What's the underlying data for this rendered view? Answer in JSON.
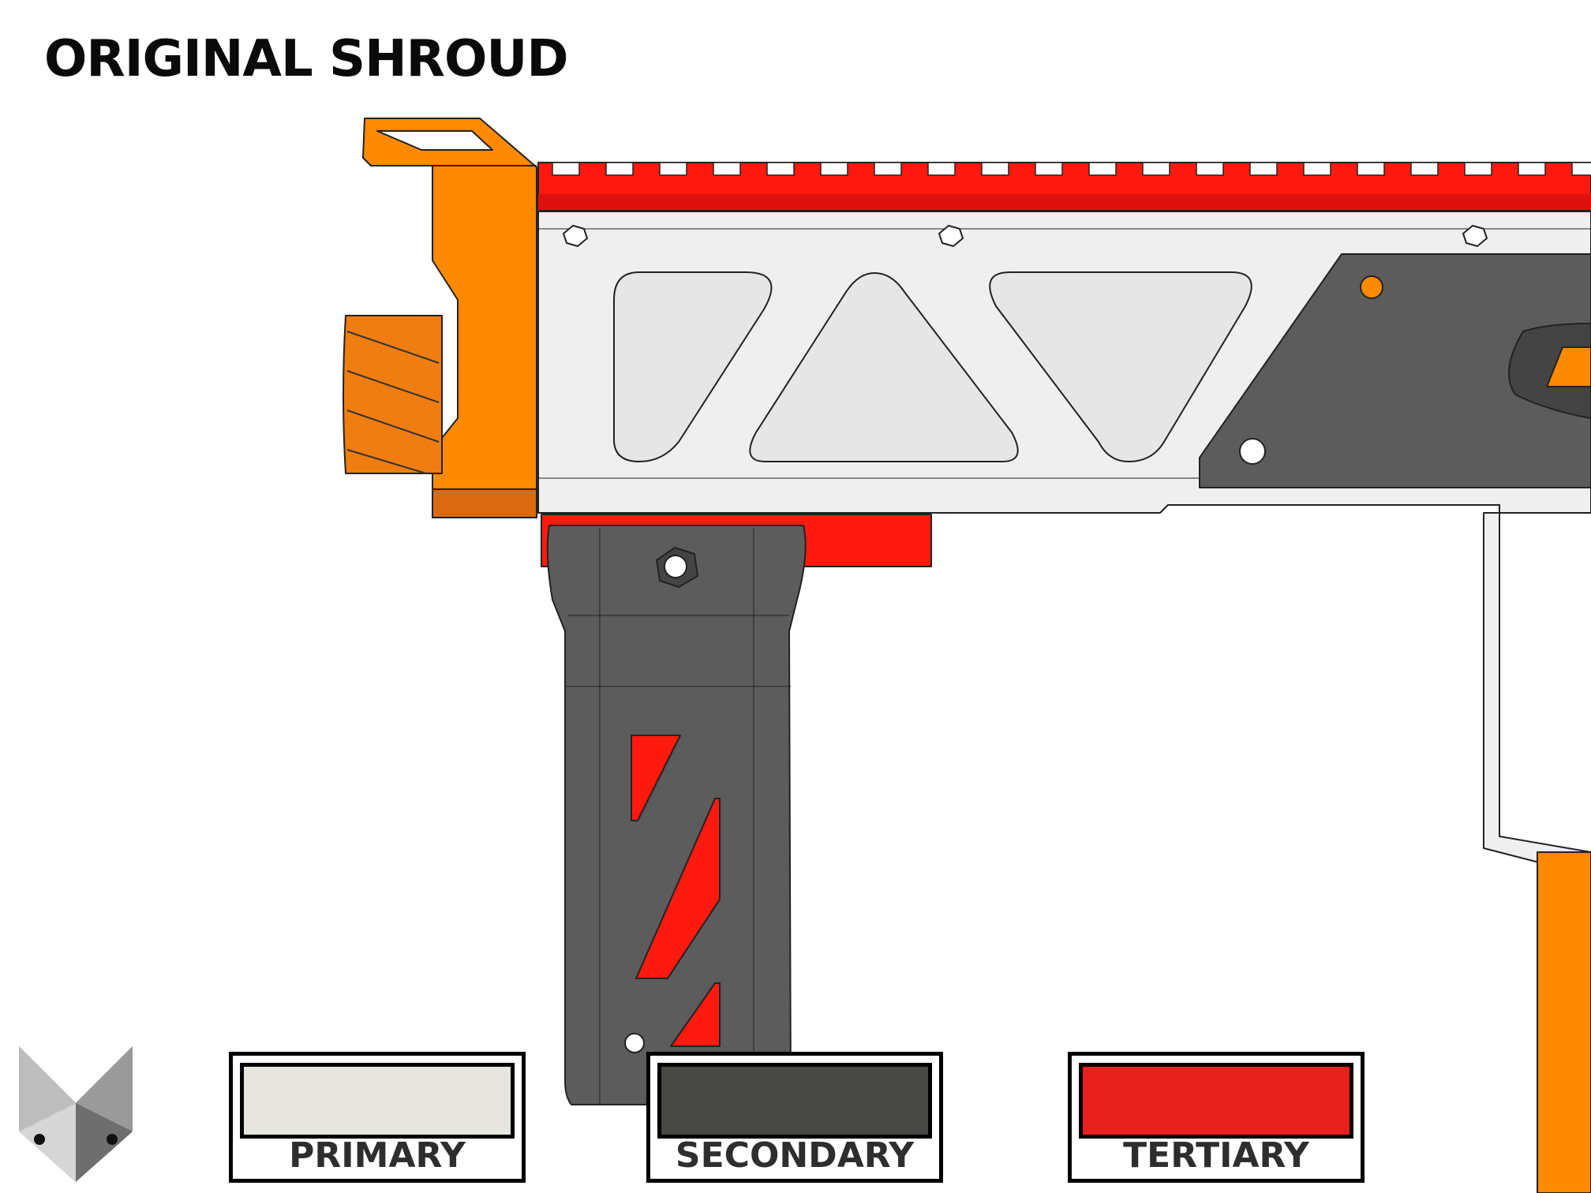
{
  "title": "ORIGINAL SHROUD",
  "legend": [
    {
      "label": "PRIMARY",
      "color": "#e6e6df"
    },
    {
      "label": "SECONDARY",
      "color": "#474744"
    },
    {
      "label": "TERTIARY",
      "color": "#e8211e"
    }
  ],
  "colors": {
    "orange": "#ff8a00",
    "red": "#ff1a0f",
    "light_gray": "#efefef",
    "dark_gray": "#5c5c5c"
  },
  "logo_icon": "fox-head-icon"
}
